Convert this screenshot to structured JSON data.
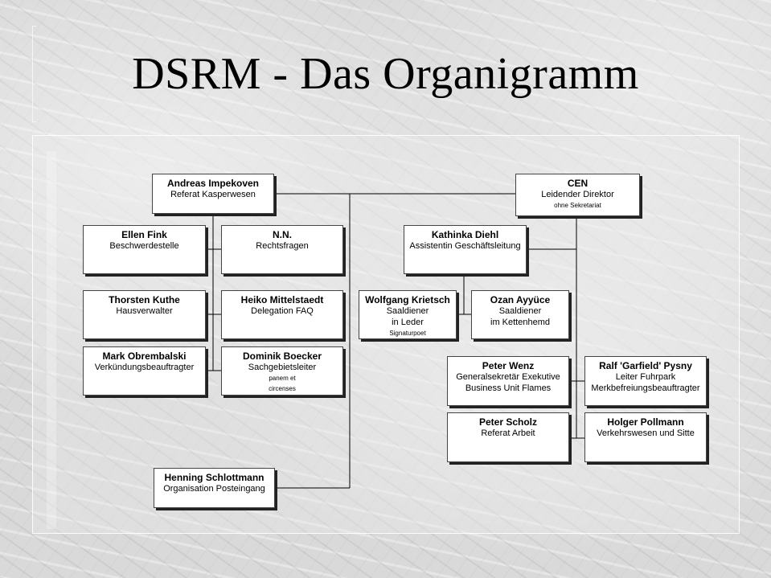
{
  "title": "DSRM - Das Organigramm",
  "nodes": {
    "impekoven": {
      "name": "Andreas Impekoven",
      "role": "Referat Kasperwesen"
    },
    "cen": {
      "name": "CEN",
      "role": "Leidender Direktor",
      "note": "ohne Sekretariat"
    },
    "fink": {
      "name": "Ellen Fink",
      "role": "Beschwerdestelle"
    },
    "nn": {
      "name": "N.N.",
      "role": "Rechtsfragen"
    },
    "diehl": {
      "name": "Kathinka Diehl",
      "role": "Assistentin Geschäftsleitung"
    },
    "kuthe": {
      "name": "Thorsten Kuthe",
      "role": "Hausverwalter"
    },
    "mittelstaedt": {
      "name": "Heiko Mittelstaedt",
      "role": "Delegation FAQ"
    },
    "krietsch": {
      "name": "Wolfgang Krietsch",
      "role1": "Saaldiener",
      "role2": "in Leder",
      "note": "Signaturpoet"
    },
    "ayyuce": {
      "name": "Ozan Ayyüce",
      "role1": "Saaldiener",
      "role2": "im Kettenhemd"
    },
    "obrembalski": {
      "name": "Mark Obrembalski",
      "role": "Verkündungsbeauftragter"
    },
    "boecker": {
      "name": "Dominik Boecker",
      "role": "Sachgebietsleiter",
      "note1": "panem et",
      "note2": "circenses"
    },
    "wenz": {
      "name": "Peter Wenz",
      "role1": "Generalsekretär Exekutive",
      "role2": "Business Unit Flames"
    },
    "pysny": {
      "name": "Ralf 'Garfield' Pysny",
      "role1": "Leiter Fuhrpark",
      "role2": "Merkbefreiungsbeauftragter"
    },
    "scholz": {
      "name": "Peter Scholz",
      "role": "Referat Arbeit"
    },
    "pollmann": {
      "name": "Holger Pollmann",
      "role": "Verkehrswesen und Sitte"
    },
    "schlottmann": {
      "name": "Henning Schlottmann",
      "role": "Organisation Posteingang"
    }
  }
}
